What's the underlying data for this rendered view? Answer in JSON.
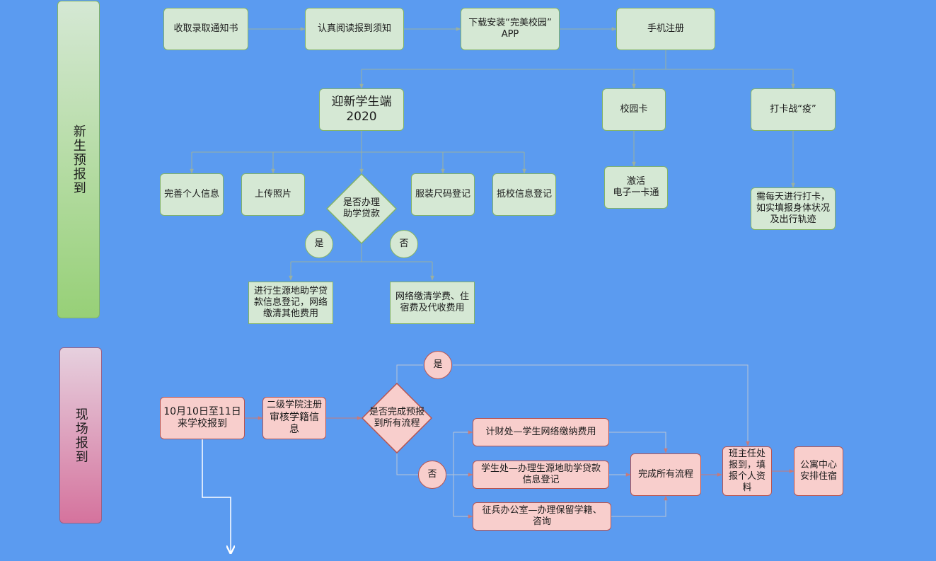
{
  "lanes": {
    "prereg": "新生预报到",
    "onsite": "现场报到"
  },
  "prereg": {
    "receive_notice": "收取录取通知书",
    "read_notice": "认真阅读报到须知",
    "download_app": "下载安装“完美校园”\nAPP",
    "phone_register": "手机注册",
    "welcome_portal": "迎新学生端\n2020",
    "campus_card": "校园卡",
    "daily_checkin": "打卡战“疫”",
    "complete_info": "完善个人信息",
    "upload_photo": "上传照片",
    "loan_decision": "是否办理\n助学贷款",
    "uniform_size": "服装尺码登记",
    "arrival_info": "抵校信息登记",
    "activate_card": "激活\n电子一卡通",
    "daily_report": "需每天进行打卡，\n如实填报身体状况\n及出行轨迹",
    "yes": "是",
    "no": "否",
    "loan_register": "进行生源地助学贷\n款信息登记，网络\n缴清其他费用",
    "pay_online": "网络缴清学费、住\n宿费及代收费用"
  },
  "onsite": {
    "arrive_date": "10月10日至11日\n来学校报到",
    "college_register_a": "二级学院注册",
    "college_register_b": "审核学籍信\n息",
    "completed_decision": "是否完成预报\n到所有流程",
    "yes": "是",
    "no": "否",
    "finance_office": "计财处—学生网络缴纳费用",
    "student_affairs": "学生处—办理生源地助学贷款\n信息登记",
    "recruit_office": "征兵办公室—办理保留学籍、\n咨询",
    "all_done": "完成所有流程",
    "class_teacher": "班主任处\n报到，填\n报个人资\n料",
    "dorm_center": "公寓中心\n安排住宿"
  },
  "colors": {
    "background": "#5b9bf0",
    "green_fill": "#d5e8d4",
    "green_stroke": "#82b366",
    "red_fill": "#f8cecc",
    "red_stroke": "#b85450",
    "edge_green": "#9ab0a0",
    "edge_red": "#c77a7a"
  }
}
